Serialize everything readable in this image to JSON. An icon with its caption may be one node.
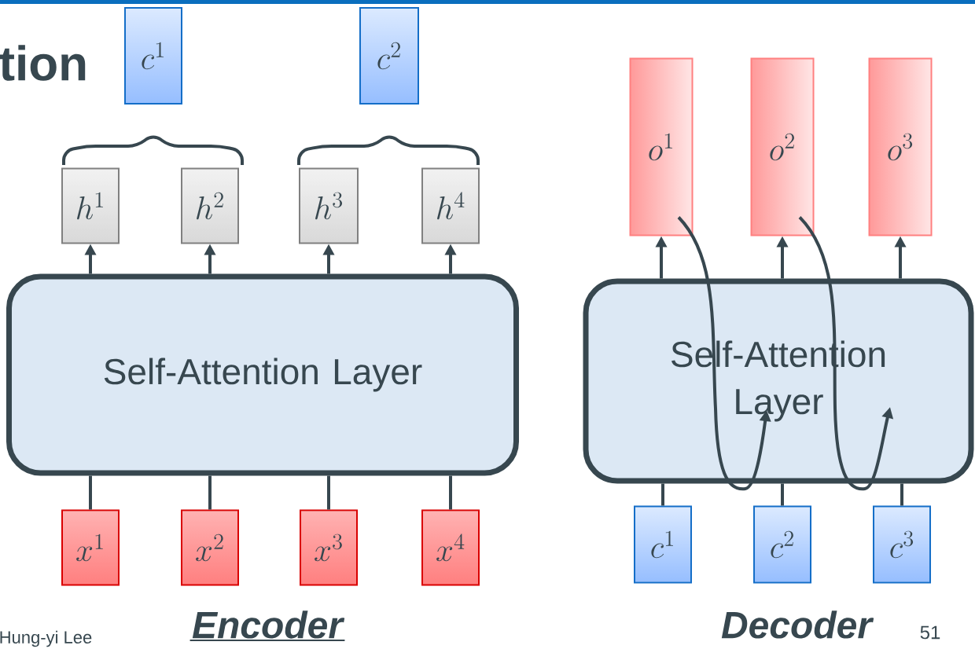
{
  "diagram": {
    "title": "tion",
    "nodes": [
      {
        "text": [
          "c^{1}"
        ]
      },
      {
        "text": [
          "c^{2}"
        ]
      },
      {
        "text": [
          "h^{1}"
        ]
      },
      {
        "text": [
          "h^{2}"
        ]
      },
      {
        "text": [
          "h^{3}"
        ]
      },
      {
        "text": [
          "h^{4}"
        ]
      },
      {
        "text": [
          "Self-Attention Layer"
        ]
      },
      {
        "text": [
          "x^{1}"
        ]
      },
      {
        "text": [
          "x^{2}"
        ]
      },
      {
        "text": [
          "x^{3}"
        ]
      },
      {
        "text": [
          "x^{4}"
        ]
      },
      {
        "text": [
          "o^{1}"
        ]
      },
      {
        "text": [
          "o^{2}"
        ]
      },
      {
        "text": [
          "o^{3}"
        ]
      },
      {
        "text": [
          "Self-Attention Layer"
        ]
      },
      {
        "text": [
          "c^{1}"
        ]
      },
      {
        "text": [
          "c^{2}"
        ]
      },
      {
        "text": [
          "c^{3}"
        ]
      }
    ],
    "edges": [
      {
        "from": 7,
        "to": 6,
        "arrow": "none"
      },
      {
        "from": 8,
        "to": 6,
        "arrow": "none"
      },
      {
        "from": 9,
        "to": 6,
        "arrow": "none"
      },
      {
        "from": 10,
        "to": 6,
        "arrow": "none"
      },
      {
        "from": 6,
        "to": 2,
        "arrow": "to"
      },
      {
        "from": 6,
        "to": 3,
        "arrow": "to"
      },
      {
        "from": 6,
        "to": 4,
        "arrow": "to"
      },
      {
        "from": 6,
        "to": 5,
        "arrow": "to"
      },
      {
        "from": 15,
        "to": 14,
        "arrow": "none"
      },
      {
        "from": 16,
        "to": 14,
        "arrow": "none"
      },
      {
        "from": 17,
        "to": 14,
        "arrow": "none"
      },
      {
        "from": 14,
        "to": 11,
        "arrow": "to"
      },
      {
        "from": 14,
        "to": 12,
        "arrow": "to"
      },
      {
        "from": 14,
        "to": 13,
        "arrow": "to"
      },
      {
        "from": 11,
        "to": 14,
        "arrow": "to"
      },
      {
        "from": 12,
        "to": 14,
        "arrow": "to"
      }
    ],
    "labels": [
      "Hung-yi Lee",
      "Encoder",
      "Decoder",
      "51"
    ]
  }
}
